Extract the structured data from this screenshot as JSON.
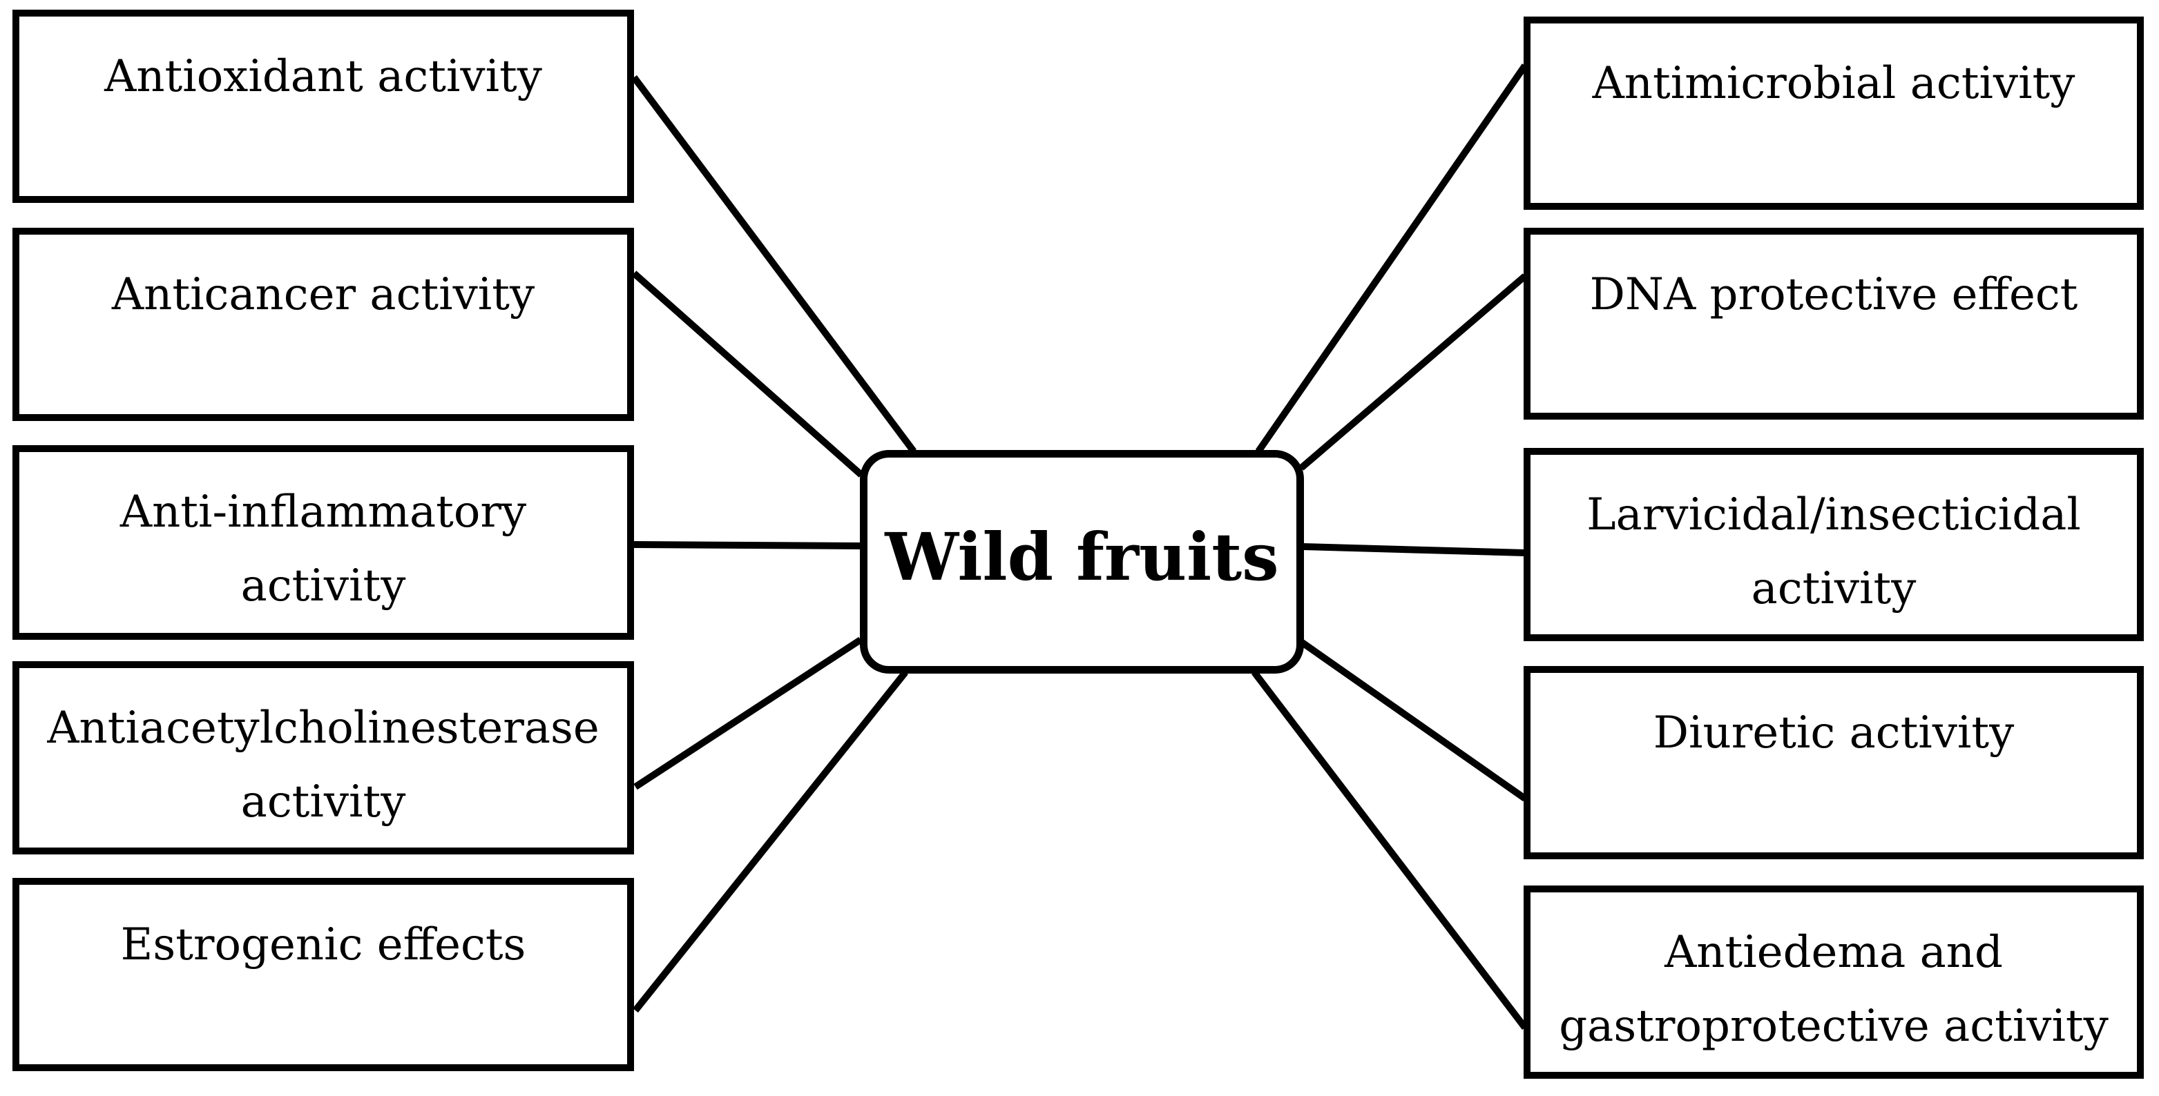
{
  "figure": {
    "title": "Wild fruits biological activities diagram",
    "colors": {
      "stroke": "#000000",
      "background": "#ffffff"
    },
    "center": {
      "label": "Wild fruits",
      "lines": [
        "Wild fruits"
      ]
    },
    "left_boxes": [
      {
        "label": "Antioxidant activity",
        "lines": [
          "Antioxidant activity"
        ]
      },
      {
        "label": "Anticancer activity",
        "lines": [
          "Anticancer activity"
        ]
      },
      {
        "label": "Anti-inflammatory activity",
        "lines": [
          "Anti-inflammatory",
          "activity"
        ]
      },
      {
        "label": "Antiacetylcholinesterase activity",
        "lines": [
          "Antiacetylcholinesterase",
          "activity"
        ]
      },
      {
        "label": "Estrogenic effects",
        "lines": [
          "Estrogenic effects"
        ]
      }
    ],
    "right_boxes": [
      {
        "label": "Antimicrobial activity",
        "lines": [
          "Antimicrobial activity"
        ]
      },
      {
        "label": "DNA protective effect",
        "lines": [
          "DNA protective effect"
        ]
      },
      {
        "label": "Larvicidal/insecticidal activity",
        "lines": [
          "Larvicidal/insecticidal",
          "activity"
        ]
      },
      {
        "label": "Diuretic activity",
        "lines": [
          "Diuretic activity"
        ]
      },
      {
        "label": "Antiedema and gastroprotective activity",
        "lines": [
          "Antiedema and",
          "gastroprotective activity"
        ]
      }
    ],
    "connections": [
      {
        "from": "Wild fruits",
        "to": "Antioxidant activity"
      },
      {
        "from": "Wild fruits",
        "to": "Anticancer activity"
      },
      {
        "from": "Wild fruits",
        "to": "Anti-inflammatory activity"
      },
      {
        "from": "Wild fruits",
        "to": "Antiacetylcholinesterase activity"
      },
      {
        "from": "Wild fruits",
        "to": "Estrogenic effects"
      },
      {
        "from": "Wild fruits",
        "to": "Antimicrobial activity"
      },
      {
        "from": "Wild fruits",
        "to": "DNA protective effect"
      },
      {
        "from": "Wild fruits",
        "to": "Larvicidal/insecticidal activity"
      },
      {
        "from": "Wild fruits",
        "to": "Diuretic activity"
      },
      {
        "from": "Wild fruits",
        "to": "Antiedema and gastroprotective activity"
      }
    ]
  }
}
